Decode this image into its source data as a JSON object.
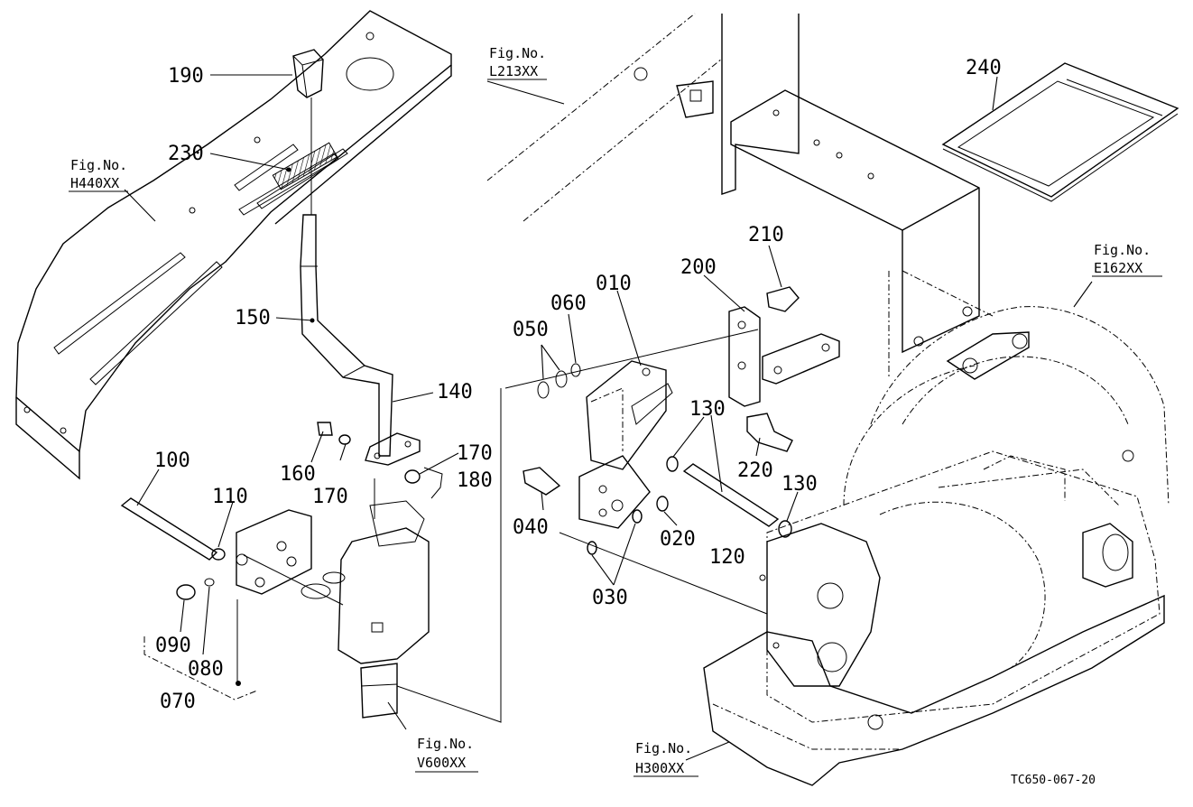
{
  "diagram_id": "TC650-067-20",
  "parts": [
    {
      "id": "p190",
      "number": "190"
    },
    {
      "id": "p230",
      "number": "230"
    },
    {
      "id": "p150",
      "number": "150"
    },
    {
      "id": "p140",
      "number": "140"
    },
    {
      "id": "p160",
      "number": "160"
    },
    {
      "id": "p170a",
      "number": "170"
    },
    {
      "id": "p170b",
      "number": "170"
    },
    {
      "id": "p180",
      "number": "180"
    },
    {
      "id": "p100",
      "number": "100"
    },
    {
      "id": "p110",
      "number": "110"
    },
    {
      "id": "p090",
      "number": "090"
    },
    {
      "id": "p080",
      "number": "080"
    },
    {
      "id": "p070",
      "number": "070"
    },
    {
      "id": "p010",
      "number": "010"
    },
    {
      "id": "p060",
      "number": "060"
    },
    {
      "id": "p050",
      "number": "050"
    },
    {
      "id": "p040",
      "number": "040"
    },
    {
      "id": "p030",
      "number": "030"
    },
    {
      "id": "p020",
      "number": "020"
    },
    {
      "id": "p120",
      "number": "120"
    },
    {
      "id": "p130a",
      "number": "130"
    },
    {
      "id": "p130b",
      "number": "130"
    },
    {
      "id": "p200",
      "number": "200"
    },
    {
      "id": "p210",
      "number": "210"
    },
    {
      "id": "p220",
      "number": "220"
    },
    {
      "id": "p240",
      "number": "240"
    }
  ],
  "figure_refs": [
    {
      "id": "h440",
      "label": "Fig.No.",
      "code": "H440XX"
    },
    {
      "id": "l213",
      "label": "Fig.No.",
      "code": "L213XX"
    },
    {
      "id": "e162",
      "label": "Fig.No.",
      "code": "E162XX"
    },
    {
      "id": "v600",
      "label": "Fig.No.",
      "code": "V600XX"
    },
    {
      "id": "h300",
      "label": "Fig.No.",
      "code": "H300XX"
    }
  ]
}
